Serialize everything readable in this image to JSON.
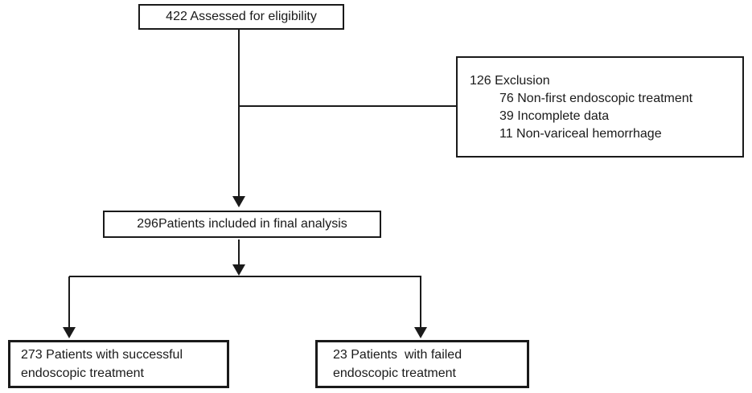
{
  "colors": {
    "border": "#1a1a1a",
    "text": "#1a1a1a",
    "line": "#1a1a1a",
    "background": "#ffffff"
  },
  "boxes": {
    "assessed": {
      "label": "422 Assessed for eligibility"
    },
    "exclusion": {
      "title": "126 Exclusion",
      "items": [
        "76 Non-first endoscopic treatment",
        "39 Incomplete data",
        "11 Non-variceal hemorrhage"
      ]
    },
    "final_analysis": {
      "label": "296Patients included in final analysis"
    },
    "successful": {
      "line1": "273 Patients with successful",
      "line2": "endoscopic treatment"
    },
    "failed": {
      "line1": "23 Patients  with failed",
      "line2": "endoscopic treatment"
    }
  }
}
